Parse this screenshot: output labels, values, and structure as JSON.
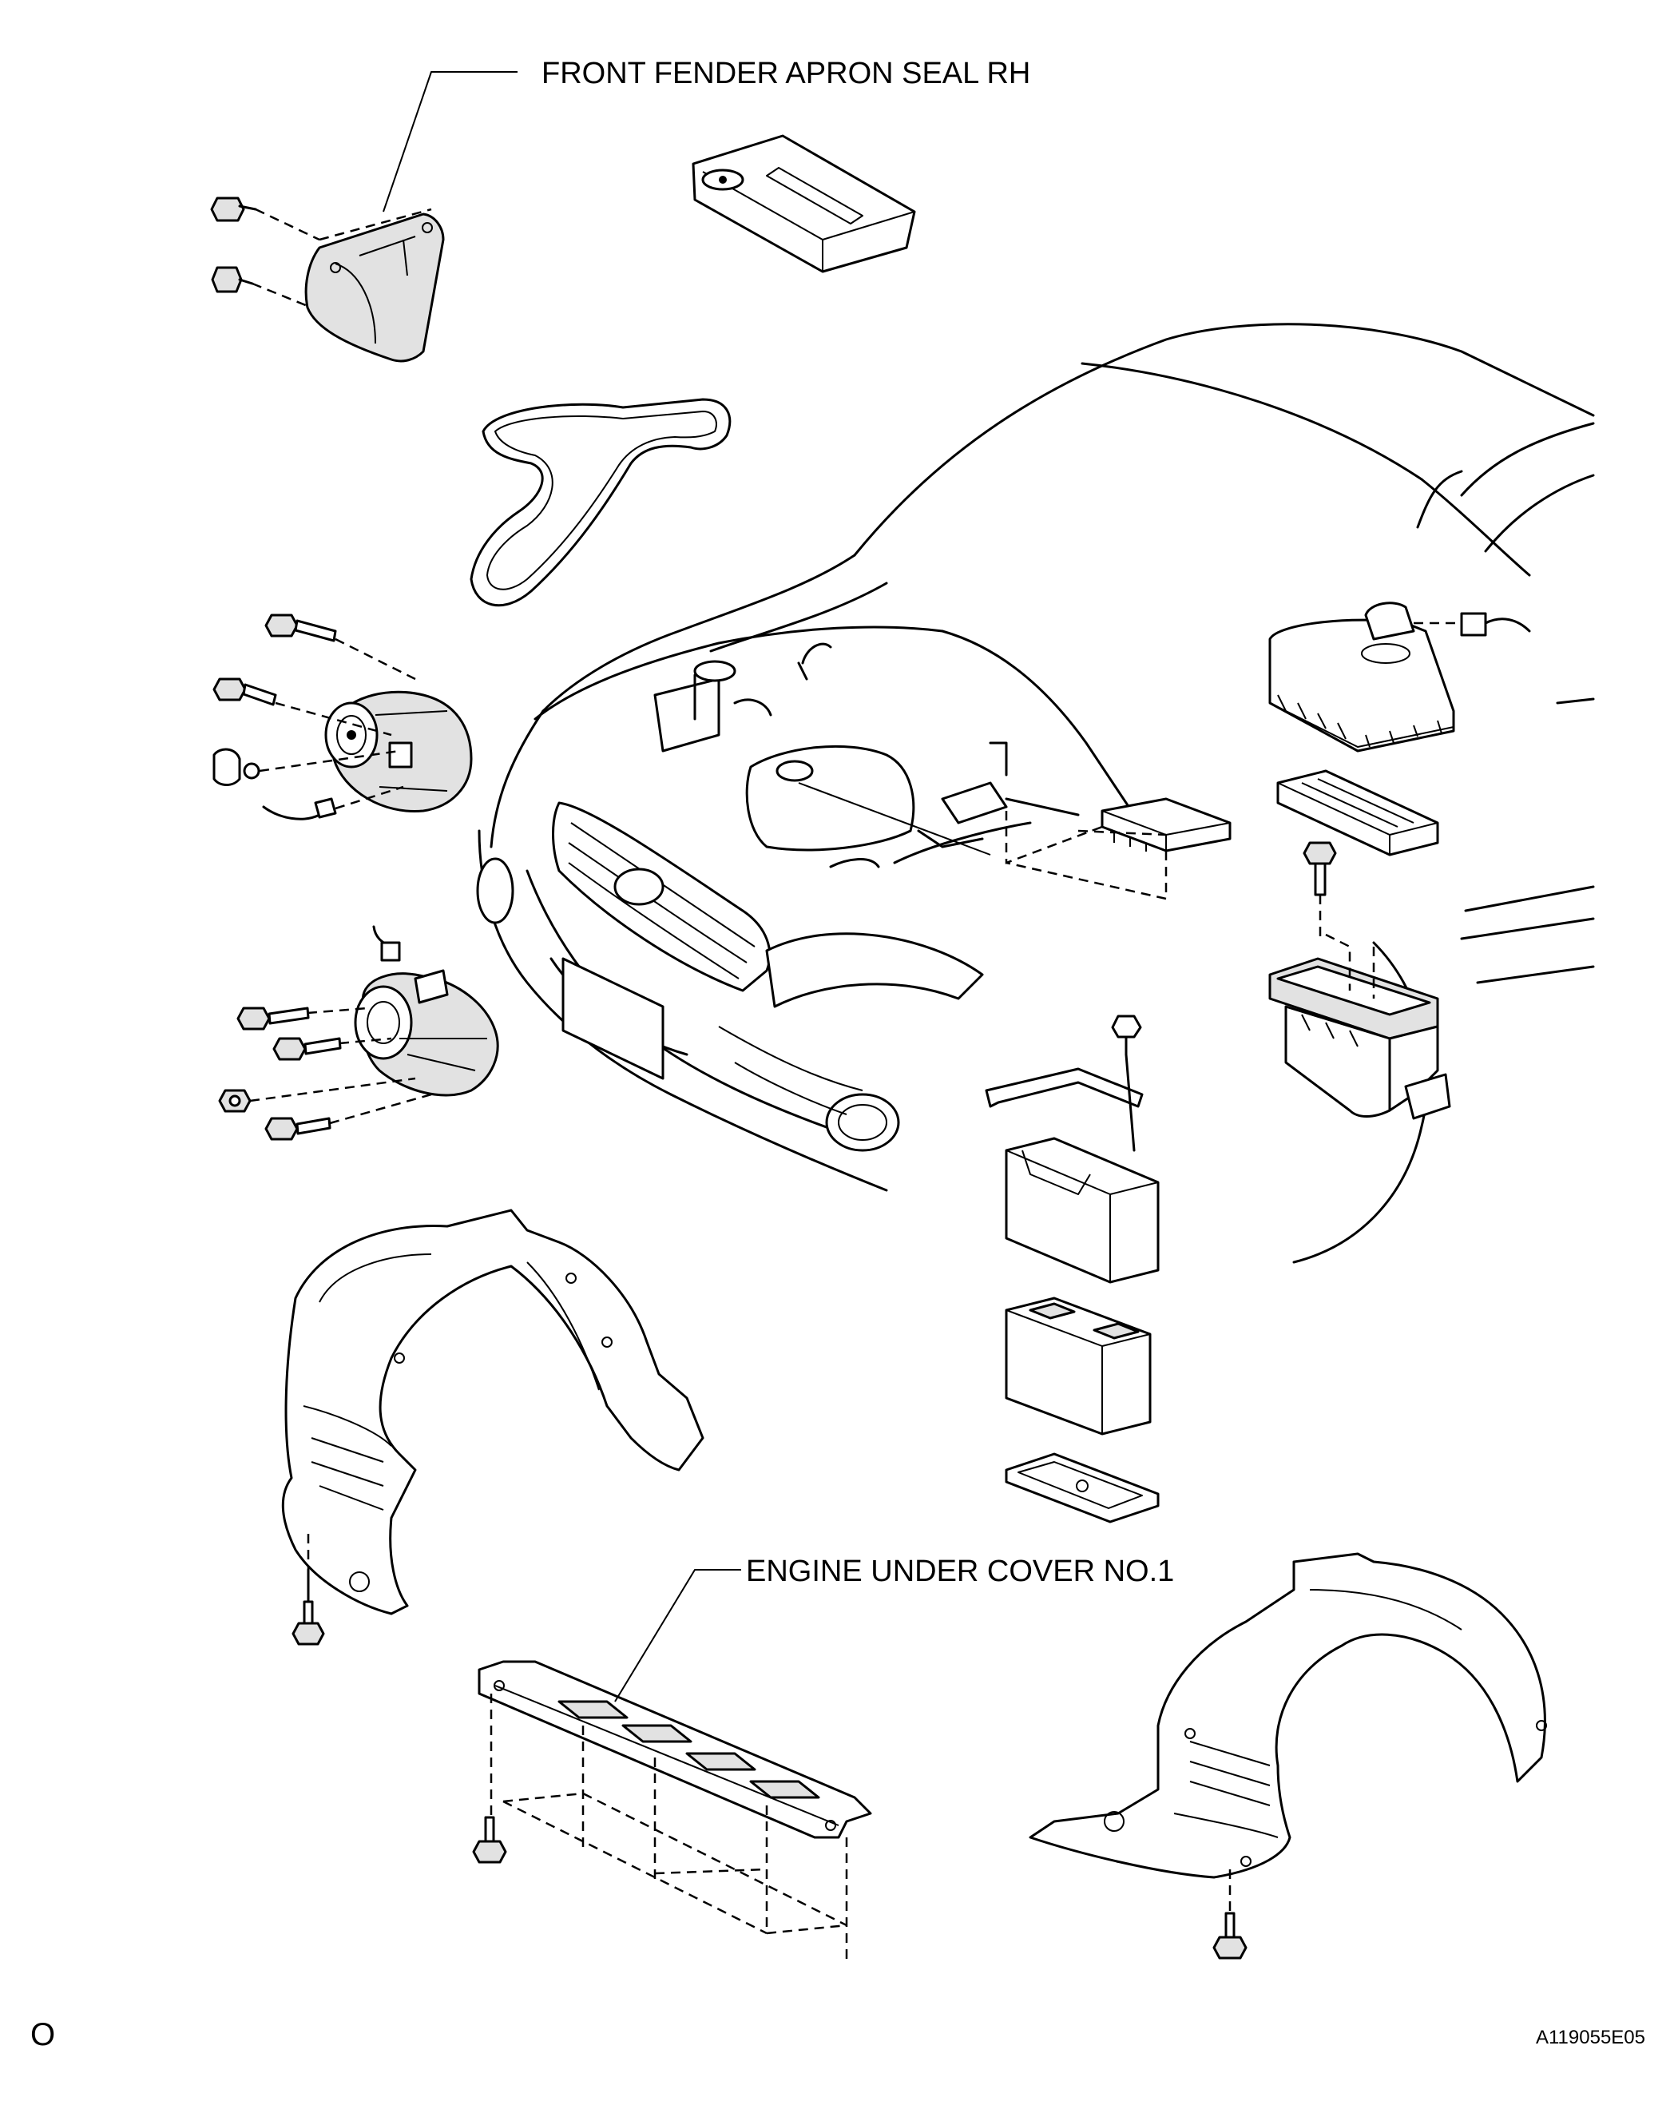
{
  "labels": {
    "fender_apron_seal": "FRONT FENDER APRON SEAL RH",
    "engine_under_cover": "ENGINE UNDER COVER NO.1",
    "figure_id": "A119055E05",
    "corner_mark": "O"
  }
}
